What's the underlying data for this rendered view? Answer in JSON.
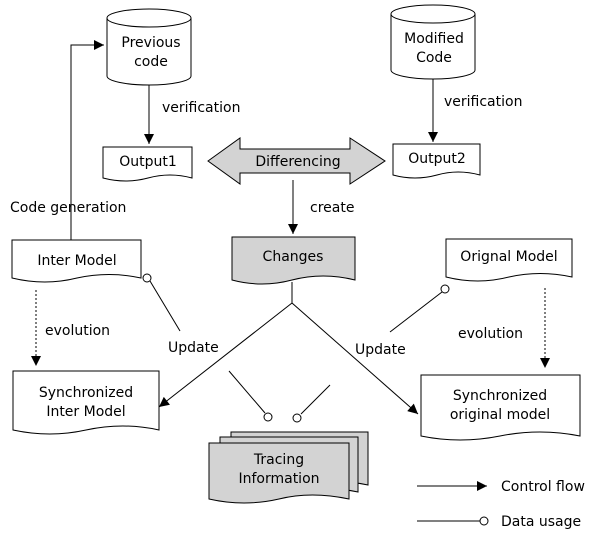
{
  "nodes": {
    "previous_code": {
      "line1": "Previous",
      "line2": "code"
    },
    "modified_code": {
      "line1": "Modified",
      "line2": "Code"
    },
    "output1": "Output1",
    "output2": "Output2",
    "differencing": "Differencing",
    "changes": "Changes",
    "inter_model": "Inter Model",
    "orignal_model": "Orignal Model",
    "sync_inter": {
      "line1": "Synchronized",
      "line2": "Inter Model"
    },
    "sync_original": {
      "line1": "Synchronized",
      "line2": "original model"
    },
    "tracing": {
      "line1": "Tracing",
      "line2": "Information"
    }
  },
  "edges": {
    "verification_left": "verification",
    "verification_right": "verification",
    "code_generation": "Code generation",
    "create": "create",
    "evolution_left": "evolution",
    "evolution_right": "evolution",
    "update_left": "Update",
    "update_right": "Update"
  },
  "legend": {
    "control_flow": "Control flow",
    "data_usage": "Data usage"
  },
  "colors": {
    "fill_gray": "#d3d3d3",
    "fill_white": "#ffffff",
    "stroke": "#000000"
  }
}
